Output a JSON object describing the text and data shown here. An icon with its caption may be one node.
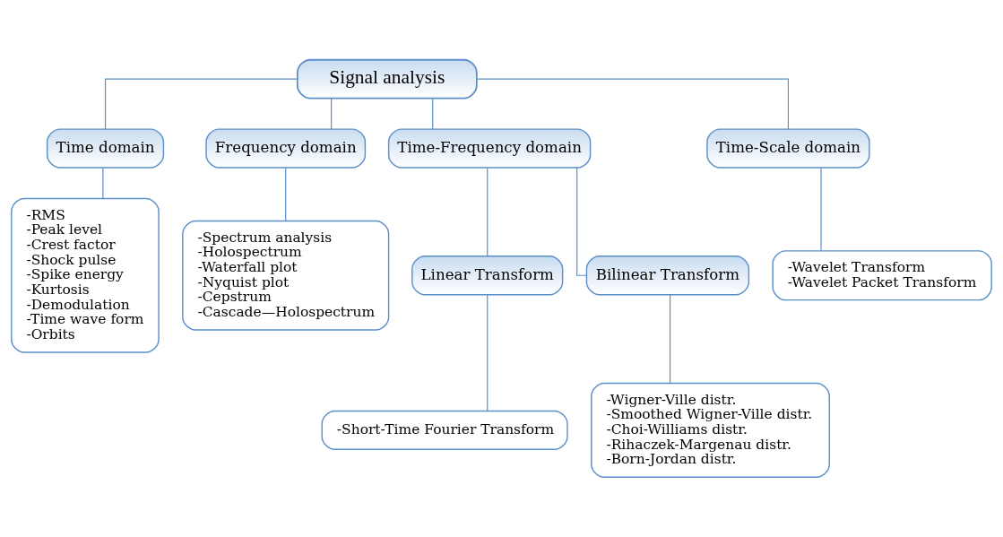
{
  "diagram": {
    "nodes": [
      {
        "text": [
          "Signal analysis"
        ]
      },
      {
        "text": [
          "Time domain"
        ]
      },
      {
        "text": [
          "Frequency domain"
        ]
      },
      {
        "text": [
          "Time-Frequency domain"
        ]
      },
      {
        "text": [
          "Time-Scale domain"
        ]
      },
      {
        "text": [
          "-RMS",
          "-Peak level",
          "-Crest factor",
          "-Shock pulse",
          "-Spike energy",
          "-Kurtosis",
          "-Demodulation",
          "-Time wave form",
          "-Orbits"
        ]
      },
      {
        "text": [
          "-Spectrum analysis",
          "-Holospectrum",
          "-Waterfall plot",
          "-Nyquist plot",
          "-Cepstrum",
          "-Cascade—Holospectrum"
        ]
      },
      {
        "text": [
          "Linear Transform"
        ]
      },
      {
        "text": [
          "Bilinear Transform"
        ]
      },
      {
        "text": [
          "-Short-Time Fourier Transform"
        ]
      },
      {
        "text": [
          "-Wigner-Ville distr.",
          "-Smoothed Wigner-Ville distr.",
          "-Choi-Williams distr.",
          "-Rihaczek-Margenau distr.",
          "-Born-Jordan distr."
        ]
      },
      {
        "text": [
          "-Wavelet Transform",
          "-Wavelet Packet Transform"
        ]
      }
    ],
    "edges": [
      {
        "from": 0,
        "to": 1,
        "arrow": "none"
      },
      {
        "from": 0,
        "to": 2,
        "arrow": "none"
      },
      {
        "from": 0,
        "to": 3,
        "arrow": "none"
      },
      {
        "from": 0,
        "to": 4,
        "arrow": "none"
      },
      {
        "from": 1,
        "to": 5,
        "arrow": "none"
      },
      {
        "from": 2,
        "to": 6,
        "arrow": "none"
      },
      {
        "from": 3,
        "to": 7,
        "arrow": "none"
      },
      {
        "from": 3,
        "to": 8,
        "arrow": "none"
      },
      {
        "from": 7,
        "to": 9,
        "arrow": "none"
      },
      {
        "from": 8,
        "to": 10,
        "arrow": "none"
      },
      {
        "from": 4,
        "to": 11,
        "arrow": "none"
      }
    ]
  }
}
